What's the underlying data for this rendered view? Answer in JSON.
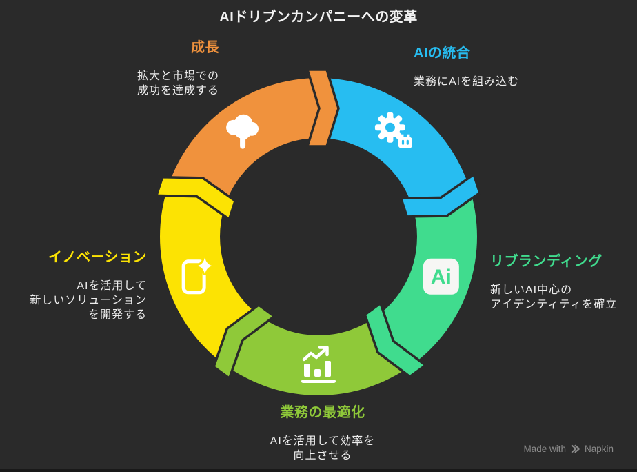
{
  "title": "AIドリブンカンパニーへの変革",
  "background": "#2a2a2a",
  "segments": [
    {
      "id": "ai-integration",
      "title": "AIの統合",
      "desc": [
        "業務にAIを組み込む"
      ],
      "color": "#27bdf1",
      "icon": "gear-robot-icon"
    },
    {
      "id": "rebranding",
      "title": "リブランディング",
      "desc": [
        "新しいAI中心の",
        "アイデンティティを確立"
      ],
      "color": "#40dc8e",
      "icon": "ai-badge-icon"
    },
    {
      "id": "operations-optimization",
      "title": "業務の最適化",
      "desc": [
        "AIを活用して効率を",
        "向上させる"
      ],
      "color": "#8fc939",
      "icon": "bar-chart-growth-icon"
    },
    {
      "id": "innovation",
      "title": "イノベーション",
      "desc": [
        "AIを活用して",
        "新しいソリューション",
        "を開発する"
      ],
      "color": "#fce303",
      "icon": "phone-sparkle-icon"
    },
    {
      "id": "growth",
      "title": "成長",
      "desc": [
        "拡大と市場での",
        "成功を達成する"
      ],
      "color": "#f0923d",
      "icon": "tree-icon"
    }
  ],
  "footer": {
    "prefix": "Made with",
    "brand": "Napkin",
    "logo_icon": "napkin-logo-icon",
    "color": "#8b8b8b"
  }
}
